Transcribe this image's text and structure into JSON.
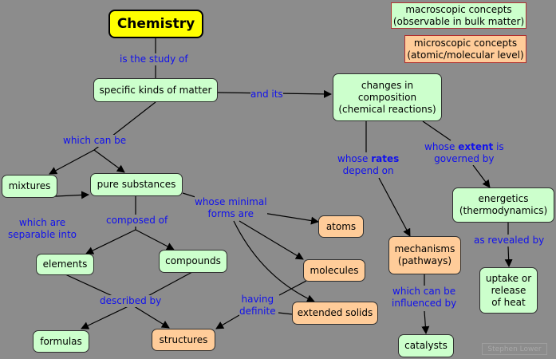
{
  "title": "Chemistry",
  "legend": {
    "macroscopic": "macroscopic concepts\n(observable in bulk matter)",
    "microscopic": "microscopic concepts\n(atomic/molecular level)"
  },
  "nodes": {
    "specific_matter": "specific kinds of matter",
    "changes": "changes in\ncomposition\n(chemical reactions)",
    "mixtures": "mixtures",
    "pure_substances": "pure substances",
    "elements": "elements",
    "compounds": "compounds",
    "formulas": "formulas",
    "structures": "structures",
    "atoms": "atoms",
    "molecules": "molecules",
    "extended_solids": "extended solids",
    "mechanisms": "mechanisms\n(pathways)",
    "catalysts": "catalysts",
    "energetics": "energetics\n(thermodynamics)",
    "uptake": "uptake or\nrelease\nof heat"
  },
  "links": {
    "is_study_of": "is the study of",
    "and_its": "and its",
    "which_can_be": "which can be",
    "separable_1": "which are",
    "separable_2": "separable into",
    "composed_of": "composed of",
    "minimal_1": "whose minimal",
    "minimal_2": "forms are",
    "described_by": "described by",
    "having_1": "having",
    "having_2": "definite",
    "rates_pre": "whose ",
    "rates_bold": "rates",
    "rates_post": "depend on",
    "extent_pre": "whose ",
    "extent_bold": "extent",
    "extent_mid": " is",
    "extent_post": "governed by",
    "influenced_1": "which can be",
    "influenced_2": "influenced by",
    "revealed_by": "as revealed by"
  },
  "credit": "Stephen Lower",
  "colors": {
    "background": "#8c8c8c",
    "macroscopic_fill": "#ccffcc",
    "microscopic_fill": "#ffcc99",
    "title_fill": "#ffff00",
    "link_text": "#1010ee"
  }
}
